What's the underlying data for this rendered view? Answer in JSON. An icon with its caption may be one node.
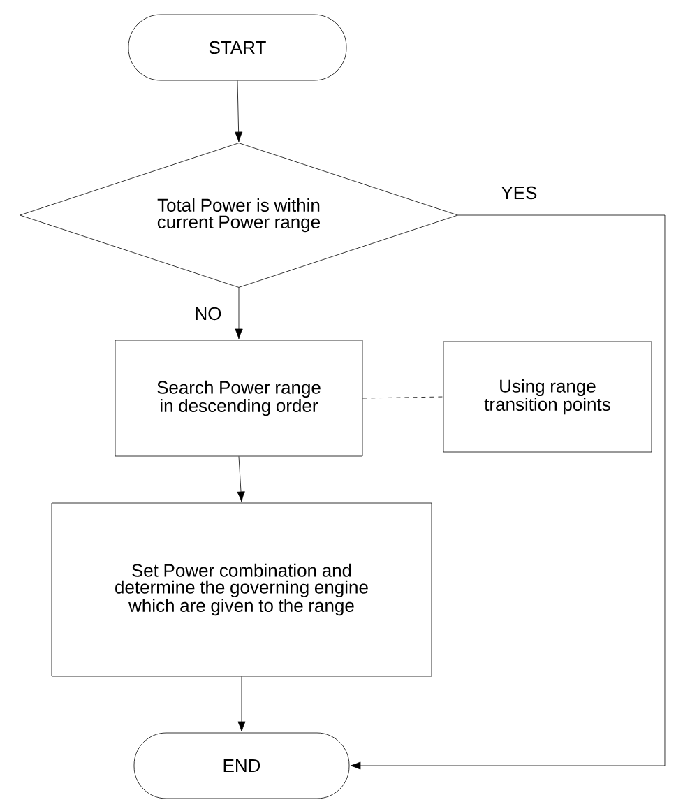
{
  "diagram": {
    "nodes": [
      {
        "text": [
          "START"
        ]
      },
      {
        "text": [
          "Total Power is within current Power range"
        ]
      },
      {
        "text": [
          "Search Power range in descending order"
        ]
      },
      {
        "text": [
          "Using range transition points"
        ]
      },
      {
        "text": [
          "Set Power combination and determine the governing engine which are given to the range"
        ]
      },
      {
        "text": [
          "END"
        ]
      }
    ],
    "edges": [
      {
        "from": 0,
        "to": 1,
        "arrow": "to"
      },
      {
        "from": 1,
        "to": 2,
        "arrow": "to",
        "label": "NO"
      },
      {
        "from": 2,
        "to": 3,
        "arrow": "none",
        "style": "dashed"
      },
      {
        "from": 1,
        "to": 5,
        "arrow": "to",
        "label": "YES"
      },
      {
        "from": 2,
        "to": 4,
        "arrow": "to"
      },
      {
        "from": 4,
        "to": 5,
        "arrow": "to"
      }
    ]
  }
}
